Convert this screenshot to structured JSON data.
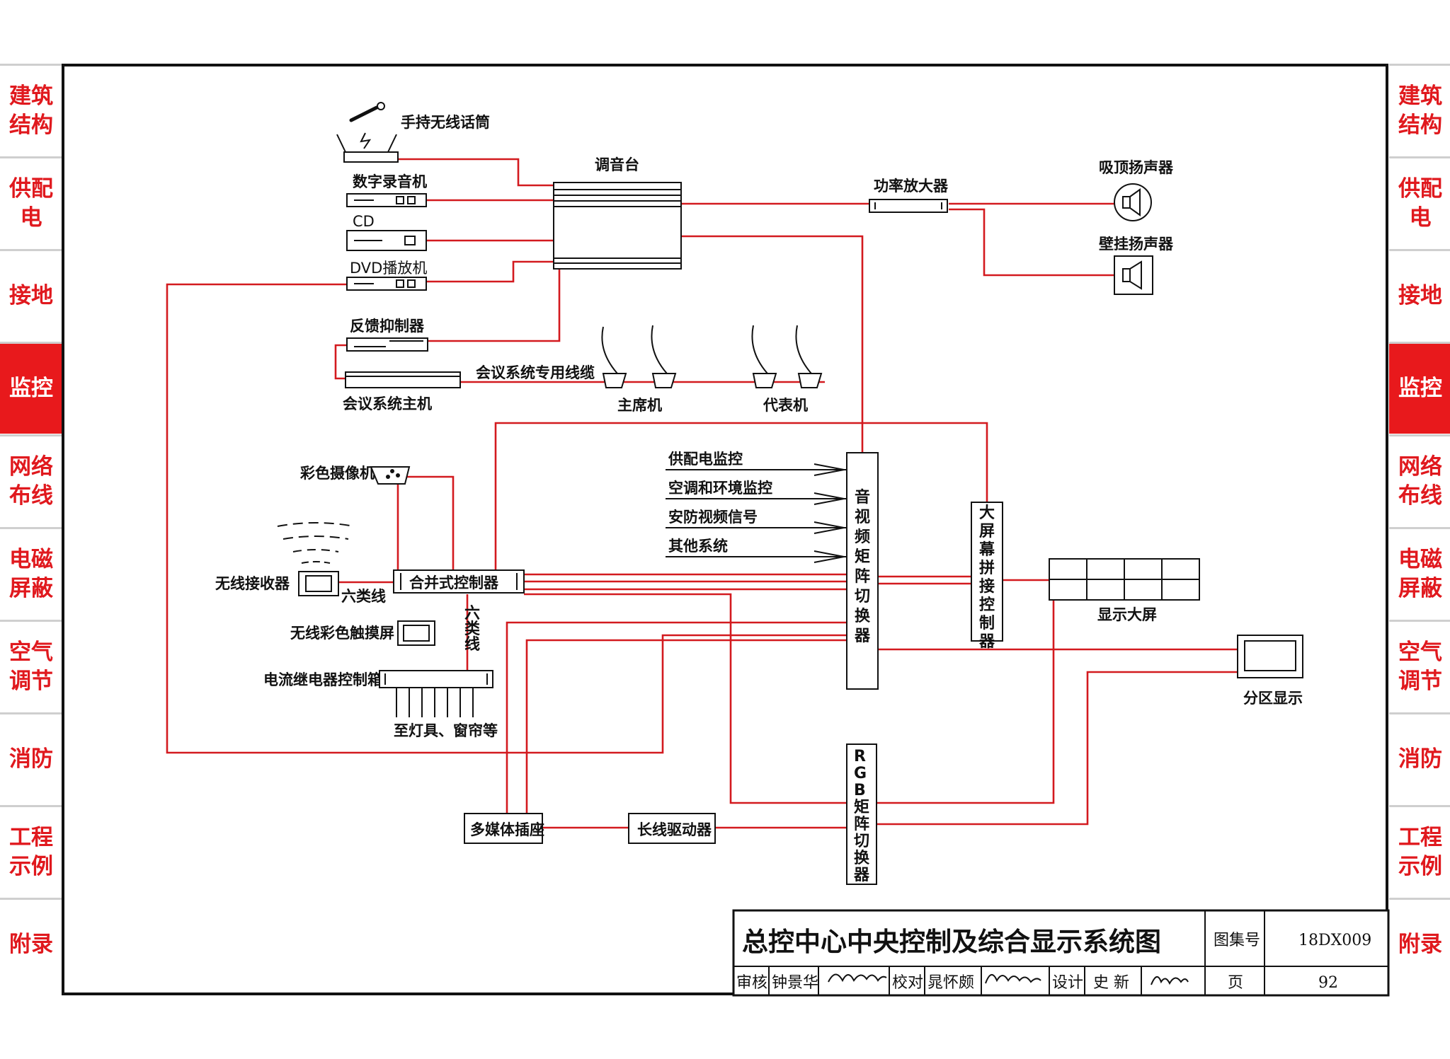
{
  "side_tabs": [
    {
      "label": "建筑结构",
      "active": false
    },
    {
      "label": "供配电",
      "active": false
    },
    {
      "label": "接地",
      "active": false
    },
    {
      "label": "监控",
      "active": true
    },
    {
      "label": "网络布线",
      "active": false
    },
    {
      "label": "电磁屏蔽",
      "active": false
    },
    {
      "label": "空气调节",
      "active": false
    },
    {
      "label": "消防",
      "active": false
    },
    {
      "label": "工程示例",
      "active": false
    },
    {
      "label": "附录",
      "active": false
    }
  ],
  "colors": {
    "accent": "#e8191c",
    "wire": "#d31a1f",
    "line": "#111111"
  },
  "devices": {
    "wireless_mic": "手持无线话筒",
    "digital_recorder": "数字录音机",
    "cd": "CD",
    "dvd": "DVD播放机",
    "mixer": "调音台",
    "power_amp": "功率放大器",
    "ceiling_speaker": "吸顶扬声器",
    "wall_speaker": "壁挂扬声器",
    "feedback_suppressor": "反馈抑制器",
    "conference_host": "会议系统主机",
    "conference_cable": "会议系统专用线缆",
    "chairman_unit": "主席机",
    "delegate_unit": "代表机",
    "color_camera": "彩色摄像机",
    "wireless_receiver": "无线接收器",
    "cat6_a": "六类线",
    "cat6_b": "六类线",
    "integrated_controller": "合并式控制器",
    "touch_screen": "无线彩色触摸屏",
    "relay_box": "电流继电器控制箱",
    "relay_targets": "至灯具、窗帘等",
    "av_matrix": "音视频矩阵切换器",
    "splicing_controller": "大屏幕拼接控制器",
    "display_wall": "显示大屏",
    "zone_display": "分区显示",
    "rgb_matrix": "RGB矩阵切换器",
    "multimedia_socket": "多媒体插座",
    "long_line_driver": "长线驱动器"
  },
  "inputs": [
    "供配电监控",
    "空调和环境监控",
    "安防视频信号",
    "其他系统"
  ],
  "title_block": {
    "title": "总控中心中央控制及综合显示系统图",
    "atlas_label": "图集号",
    "atlas_no": "18DX009",
    "review_label": "审核",
    "reviewer": "钟景华",
    "check_label": "校对",
    "checker": "晁怀颇",
    "design_label": "设计",
    "designer": "史 新",
    "page_label": "页",
    "page_no": "92"
  }
}
